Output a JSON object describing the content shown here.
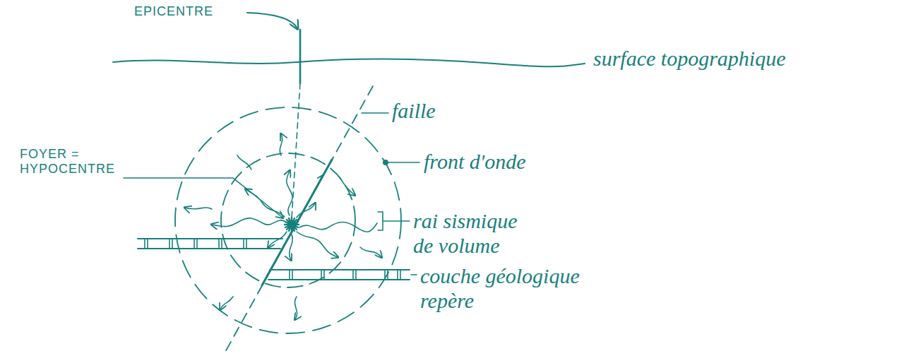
{
  "diagram": {
    "labels": [
      "EPICENTRE",
      "surface topographique",
      "faille",
      "FOYER = HYPOCENTRE",
      "front d'onde",
      "rai sismique de volume",
      "couche géologique repère"
    ]
  }
}
